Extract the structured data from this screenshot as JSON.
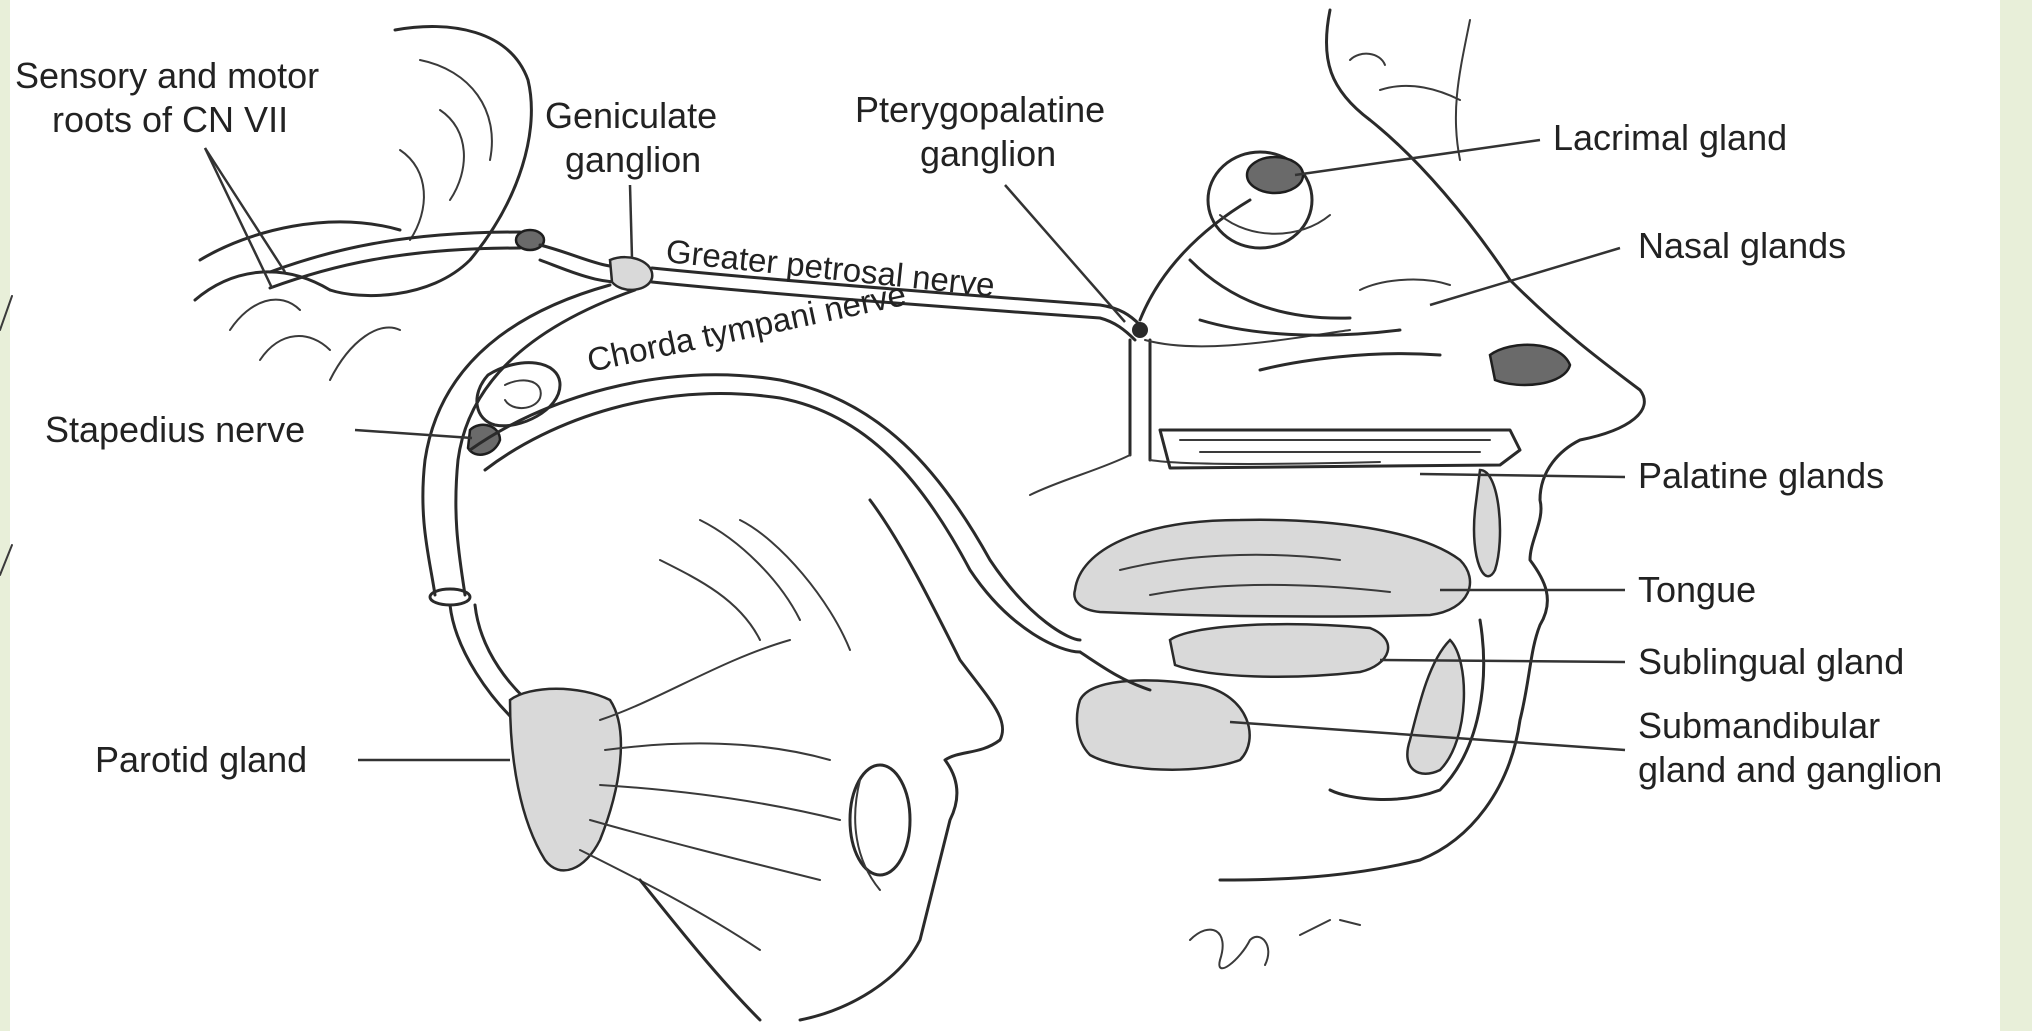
{
  "labels": {
    "sensory_motor_line1": "Sensory and motor",
    "sensory_motor_line2": "roots of CN VII",
    "geniculate_line1": "Geniculate",
    "geniculate_line2": "ganglion",
    "pterygopalatine_line1": "Pterygopalatine",
    "pterygopalatine_line2": "ganglion",
    "greater_petrosal": "Greater petrosal nerve",
    "chorda_tympani": "Chorda tympani nerve",
    "stapedius": "Stapedius nerve",
    "parotid": "Parotid gland",
    "lacrimal": "Lacrimal gland",
    "nasal": "Nasal glands",
    "palatine": "Palatine glands",
    "tongue": "Tongue",
    "sublingual": "Sublingual gland",
    "submandibular_line1": "Submandibular",
    "submandibular_line2": "gland and ganglion"
  },
  "colors": {
    "slide_background": "#e8efd9",
    "figure_background": "#ffffff",
    "ink": "#2a2a2a"
  }
}
